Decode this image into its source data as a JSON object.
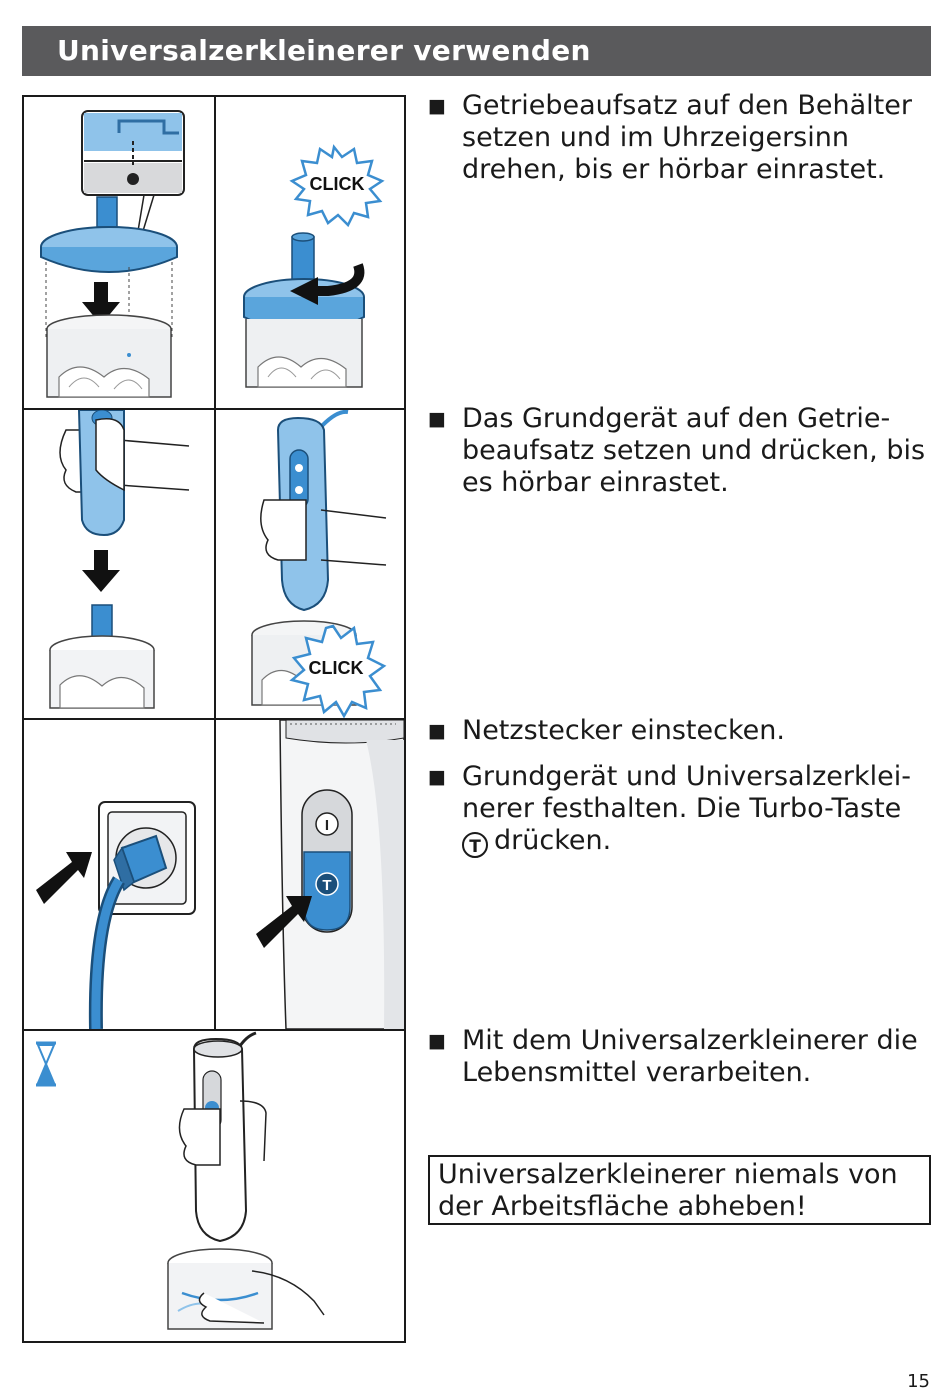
{
  "header": {
    "title": "Universalzerkleinerer verwenden"
  },
  "illustrations": {
    "click_label_1": "CLICK",
    "click_label_2": "CLICK",
    "button_on_label": "I",
    "button_turbo_label": "T",
    "accent_color": "#3b8ed0",
    "light_blue": "#8fc3ea"
  },
  "steps": [
    {
      "text": "Getriebeaufsatz auf den Behälter setzen und im Uhrzeigersinn drehen, bis er hörbar einrastet."
    },
    {
      "text": "Das Grundgerät auf den Getrie-beaufsatz setzen und drücken, bis es hörbar einrastet."
    },
    {
      "text": "Netzstecker einstecken."
    },
    {
      "text_before": "Grundgerät und Universalzerklei-nerer festhalten. Die Turbo-Taste",
      "icon_label": "T",
      "text_after": "drücken."
    },
    {
      "text": "Mit dem Universalzerkleinerer die Lebensmittel verarbeiten."
    }
  ],
  "warning": "Universalzerkleinerer niemals von der Arbeitsfläche abheben!",
  "page_number": "15"
}
